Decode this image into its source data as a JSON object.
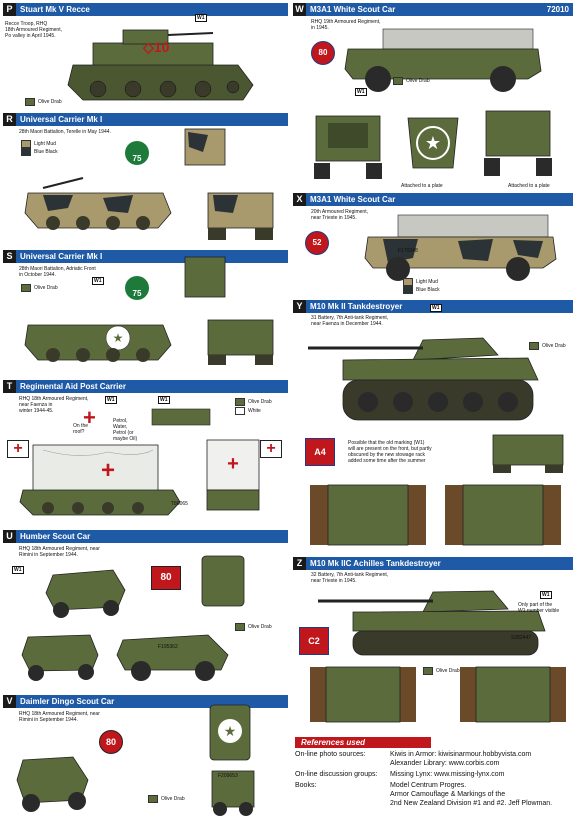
{
  "product_code": "72010",
  "colors": {
    "header_blue": "#1f5aa6",
    "letter_black": "#1a1a1a",
    "olive_drab": "#5b6b3c",
    "light_mud": "#a89a6c",
    "blue_black": "#2c3336",
    "white": "#ffffff",
    "refs_red": "#c0171c"
  },
  "swatch_labels": {
    "olive_drab": "Olive Drab",
    "light_mud": "Light Mud",
    "blue_black": "Blue Black",
    "white": "White"
  },
  "decal_tag": "W1",
  "panels": {
    "P": {
      "letter": "P",
      "title": "Stuart Mk V Recce",
      "caption": "Recce Troop, RHQ\n18th Armoured Regiment,\nPo valley in April 1945.",
      "marking": "10"
    },
    "R": {
      "letter": "R",
      "title": "Universal Carrier Mk I",
      "caption": "28th Maori Battalion, Terelle in May 1944.",
      "marking": "75"
    },
    "S": {
      "letter": "S",
      "title": "Universal Carrier Mk I",
      "caption": "28th Maori Battalion, Adriatic Front\nin October 1944.",
      "marking": "75"
    },
    "T": {
      "letter": "T",
      "title": "Regimental Aid Post Carrier",
      "caption": "RHQ 18th Armoured Regiment,\nnear Faenza in\nwinter 1944-45.",
      "note_roof": "On the\nroof?",
      "note_jerry": "Petrol,\nWater,\nPetrol (or\nmaybe Oil)",
      "serial": "T86065"
    },
    "U": {
      "letter": "U",
      "title": "Humber Scout Car",
      "caption": "RHQ 18th Armoured Regiment, near\nRimini in September 1944.",
      "marking": "80",
      "serial": "F195362"
    },
    "V": {
      "letter": "V",
      "title": "Daimler Dingo Scout Car",
      "caption": "RHQ 18th Armoured Regiment, near\nRimini in September 1944.",
      "marking": "80",
      "serial": "F209653"
    },
    "W": {
      "letter": "W",
      "title": "M3A1 White Scout Car",
      "caption": "RHQ 19th Armoured Regiment,\nin 1945.",
      "marking": "80",
      "note_plate": "Attached to a plate"
    },
    "X": {
      "letter": "X",
      "title": "M3A1 White Scout Car",
      "caption": "20th Armoured Regiment,\nnear Trieste in 1945.",
      "marking": "52",
      "serial": "F170348"
    },
    "Y": {
      "letter": "Y",
      "title": "M10 Mk II Tankdestroyer",
      "caption": "31 Battery, 7th Anti-tank Regiment,\nnear Faenza in December 1944.",
      "marking": "A4",
      "note": "Possible that the old marking (W1)\nwill are present on the front, but partly\nobscured by the new stowage rack\nadded some time after the summer"
    },
    "Z": {
      "letter": "Z",
      "title": "M10 Mk IIC Achilles Tankdestroyer",
      "caption": "32 Battery, 7th Anti-tank Regiment,\nnear Trieste in 1945.",
      "marking": "C2",
      "serial": "S282447",
      "note": "Only part of the\nW1 number visible"
    }
  },
  "references": {
    "title": "References used",
    "rows": [
      {
        "label": "On-line photo sources:",
        "value": "Kiwis in Armor:  kiwisinarmour.hobbyvista.com\nAlexander Library: www.corbis.com"
      },
      {
        "label": "On-line discussion groups:",
        "value": "Missing Lynx:  www.missing-lynx.com"
      },
      {
        "label": "Books:",
        "value": "Model Centrum Progres.\nArmor Camouflage & Markings of the\n2nd New Zealand Division #1 and #2.  Jeff Plowman."
      }
    ]
  }
}
